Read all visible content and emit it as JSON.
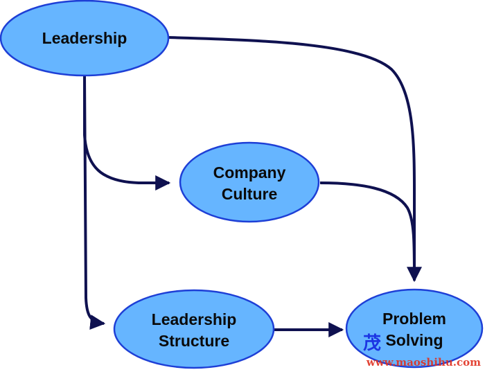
{
  "colors": {
    "node_fill": "#66b5ff",
    "node_stroke": "#1e3fd6",
    "edge": "#0f1150",
    "watermark": "#1428e0",
    "watermark_url": "#e03020"
  },
  "nodes": {
    "leadership": {
      "lines": [
        "Leadership"
      ]
    },
    "company_culture": {
      "lines": [
        "Company",
        "Culture"
      ]
    },
    "leadership_structure": {
      "lines": [
        "Leadership",
        "Structure"
      ]
    },
    "problem_solving": {
      "lines": [
        "Problem",
        "Solving"
      ]
    }
  },
  "watermark": {
    "chars": "茂",
    "site": "www.maoshihu.com"
  }
}
